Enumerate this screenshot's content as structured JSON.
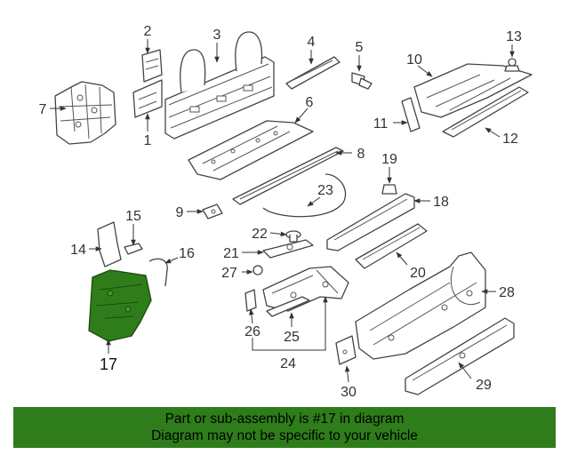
{
  "callouts": [
    "1",
    "2",
    "3",
    "4",
    "5",
    "6",
    "7",
    "8",
    "9",
    "10",
    "11",
    "12",
    "13",
    "14",
    "15",
    "16",
    "17",
    "18",
    "19",
    "20",
    "21",
    "22",
    "23",
    "24",
    "25",
    "26",
    "27",
    "28",
    "29",
    "30"
  ],
  "highlight": {
    "part": "17",
    "color": "#2e7d1a"
  },
  "banner": {
    "line1": "Part or sub-assembly is #17 in diagram",
    "line2": "Diagram may not be specific to your vehicle",
    "color": "#2e7d1a"
  }
}
